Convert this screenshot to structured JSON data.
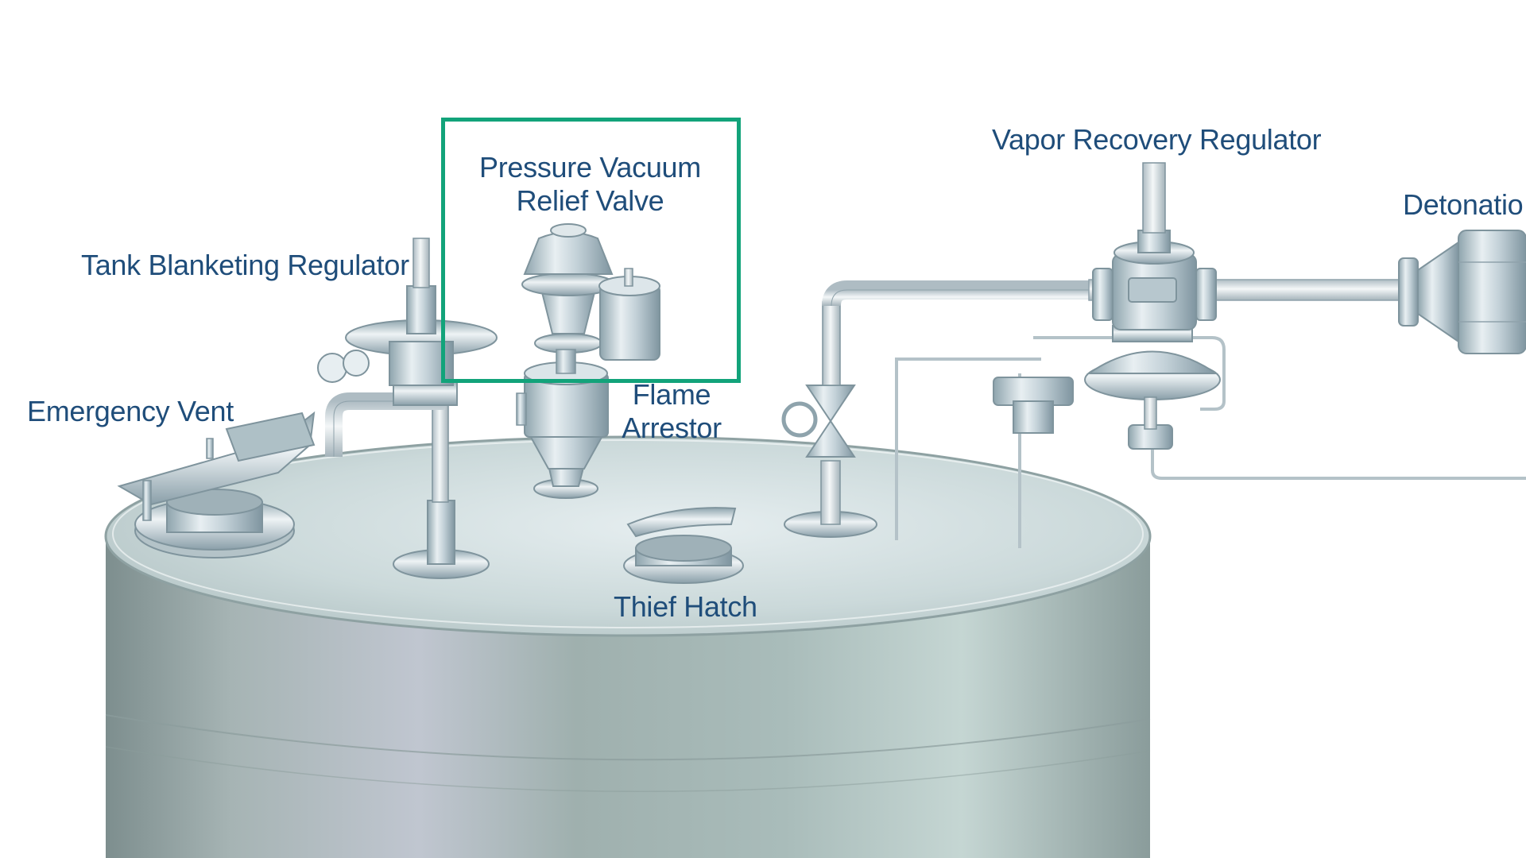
{
  "diagram": {
    "labels": {
      "pressure_vacuum_line1": "Pressure Vacuum",
      "pressure_vacuum_line2": "Relief Valve",
      "vapor_recovery": "Vapor Recovery Regulator",
      "detonation": "Detonatio",
      "tank_blanketing": "Tank Blanketing Regulator",
      "emergency_vent": "Emergency Vent",
      "flame_arrestor_line1": "Flame",
      "flame_arrestor_line2": "Arrestor",
      "thief_hatch": "Thief Hatch"
    },
    "colors": {
      "label_text": "#1f4d7a",
      "highlight_border": "#12a37a",
      "tank_body": "#a9b9b7",
      "tank_roof": "#d4e0e0",
      "metal": "#c9d6dc",
      "pipe": "#dfe6ea"
    },
    "highlighted_component": "Pressure Vacuum Relief Valve"
  }
}
